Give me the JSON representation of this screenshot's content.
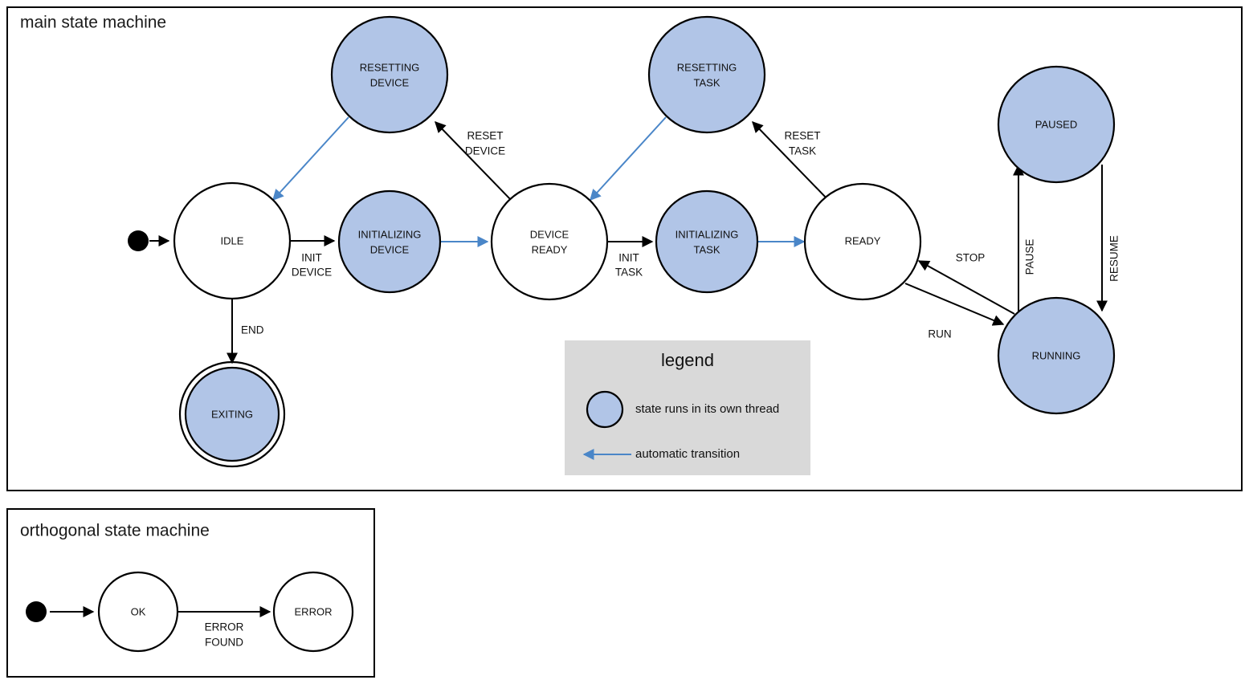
{
  "diagram": {
    "type": "state-machine",
    "main_frame": {
      "title": "main state machine",
      "states": [
        {
          "id": "IDLE",
          "label": "IDLE",
          "threaded": false,
          "final": false
        },
        {
          "id": "RESETTING_DEVICE",
          "label_line1": "RESETTING",
          "label_line2": "DEVICE",
          "threaded": true,
          "final": false
        },
        {
          "id": "INITIALIZING_DEVICE",
          "label_line1": "INITIALIZING",
          "label_line2": "DEVICE",
          "threaded": true,
          "final": false
        },
        {
          "id": "DEVICE_READY",
          "label_line1": "DEVICE",
          "label_line2": "READY",
          "threaded": false,
          "final": false
        },
        {
          "id": "RESETTING_TASK",
          "label_line1": "RESETTING",
          "label_line2": "TASK",
          "threaded": true,
          "final": false
        },
        {
          "id": "INITIALIZING_TASK",
          "label_line1": "INITIALIZING",
          "label_line2": "TASK",
          "threaded": true,
          "final": false
        },
        {
          "id": "READY",
          "label": "READY",
          "threaded": false,
          "final": false
        },
        {
          "id": "PAUSED",
          "label": "PAUSED",
          "threaded": true,
          "final": false
        },
        {
          "id": "RUNNING",
          "label": "RUNNING",
          "threaded": true,
          "final": false
        },
        {
          "id": "EXITING",
          "label": "EXITING",
          "threaded": true,
          "final": true
        }
      ],
      "transitions": [
        {
          "from": "start",
          "to": "IDLE",
          "label": "",
          "automatic": false
        },
        {
          "from": "IDLE",
          "to": "INITIALIZING_DEVICE",
          "label_line1": "INIT",
          "label_line2": "DEVICE",
          "automatic": false
        },
        {
          "from": "INITIALIZING_DEVICE",
          "to": "DEVICE_READY",
          "label": "",
          "automatic": true
        },
        {
          "from": "DEVICE_READY",
          "to": "RESETTING_DEVICE",
          "label_line1": "RESET",
          "label_line2": "DEVICE",
          "automatic": false
        },
        {
          "from": "RESETTING_DEVICE",
          "to": "IDLE",
          "label": "",
          "automatic": true
        },
        {
          "from": "DEVICE_READY",
          "to": "INITIALIZING_TASK",
          "label_line1": "INIT",
          "label_line2": "TASK",
          "automatic": false
        },
        {
          "from": "INITIALIZING_TASK",
          "to": "READY",
          "label": "",
          "automatic": true
        },
        {
          "from": "READY",
          "to": "RESETTING_TASK",
          "label_line1": "RESET",
          "label_line2": "TASK",
          "automatic": false
        },
        {
          "from": "RESETTING_TASK",
          "to": "DEVICE_READY",
          "label": "",
          "automatic": true
        },
        {
          "from": "READY",
          "to": "RUNNING",
          "label": "RUN",
          "automatic": false
        },
        {
          "from": "RUNNING",
          "to": "READY",
          "label": "STOP",
          "automatic": false
        },
        {
          "from": "RUNNING",
          "to": "PAUSED",
          "label": "PAUSE",
          "automatic": false
        },
        {
          "from": "PAUSED",
          "to": "RUNNING",
          "label": "RESUME",
          "automatic": false
        },
        {
          "from": "IDLE",
          "to": "EXITING",
          "label": "END",
          "automatic": false
        }
      ]
    },
    "legend": {
      "title": "legend",
      "items": [
        {
          "symbol": "blue-circle",
          "text": "state runs in its own thread"
        },
        {
          "symbol": "blue-arrow",
          "text": "automatic transition"
        }
      ]
    },
    "orthogonal_frame": {
      "title": "orthogonal state machine",
      "states": [
        {
          "id": "OK",
          "label": "OK",
          "threaded": false
        },
        {
          "id": "ERROR",
          "label": "ERROR",
          "threaded": false
        }
      ],
      "transitions": [
        {
          "from": "start",
          "to": "OK",
          "label": ""
        },
        {
          "from": "OK",
          "to": "ERROR",
          "label_line1": "ERROR",
          "label_line2": "FOUND"
        }
      ]
    },
    "colors": {
      "thread_fill": "#b1c5e7",
      "auto_transition": "#4a86c8",
      "legend_bg": "#d9d9d9",
      "stroke": "#000000",
      "background": "#ffffff"
    },
    "labels": {
      "idle": "IDLE",
      "resetting_device_1": "RESETTING",
      "resetting_device_2": "DEVICE",
      "initializing_device_1": "INITIALIZING",
      "initializing_device_2": "DEVICE",
      "device_ready_1": "DEVICE",
      "device_ready_2": "READY",
      "resetting_task_1": "RESETTING",
      "resetting_task_2": "TASK",
      "initializing_task_1": "INITIALIZING",
      "initializing_task_2": "TASK",
      "ready": "READY",
      "paused": "PAUSED",
      "running": "RUNNING",
      "exiting": "EXITING",
      "ok": "OK",
      "error": "ERROR",
      "init_1": "INIT",
      "init_device_2": "DEVICE",
      "reset_1": "RESET",
      "reset_device_2": "DEVICE",
      "init_task_1": "INIT",
      "init_task_2": "TASK",
      "reset_task_1": "RESET",
      "reset_task_2": "TASK",
      "run": "RUN",
      "stop": "STOP",
      "pause": "PAUSE",
      "resume": "RESUME",
      "end": "END",
      "error_found_1": "ERROR",
      "error_found_2": "FOUND"
    }
  }
}
